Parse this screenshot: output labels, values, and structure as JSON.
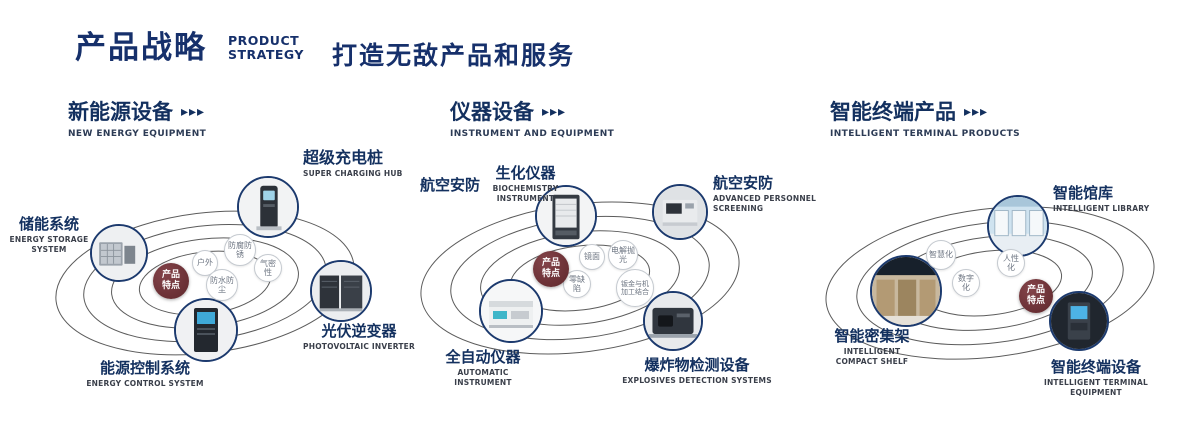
{
  "colors": {
    "primary": "#16306b",
    "badge": "#6e3136",
    "orbit": "#3f3f3f"
  },
  "header": {
    "title_cn": "产品战略",
    "title_en_line1": "PRODUCT",
    "title_en_line2": "STRATEGY",
    "slogan": "打造无敌产品和服务"
  },
  "sections": [
    {
      "title_cn": "新能源设备",
      "title_en": "NEW ENERGY EQUIPMENT",
      "arrows": "▸▸▸",
      "badge_line1": "产品",
      "badge_line2": "特点",
      "features": [
        "户外",
        "防腐防锈",
        "气密性",
        "防水防尘"
      ],
      "products": [
        {
          "name_cn": "储能系统",
          "name_en": "ENERGY STORAGE SYSTEM"
        },
        {
          "name_cn": "超级充电桩",
          "name_en": "SUPER CHARGING HUB"
        },
        {
          "name_cn": "光伏逆变器",
          "name_en": "PHOTOVOLTAIC INVERTER"
        },
        {
          "name_cn": "能源控制系统",
          "name_en": "ENERGY CONTROL SYSTEM"
        }
      ]
    },
    {
      "title_cn": "仪器设备",
      "title_en": "INSTRUMENT AND EQUIPMENT",
      "arrows": "▸▸▸",
      "badge_line1": "产品",
      "badge_line2": "特点",
      "extra_label": "航空安防",
      "features": [
        "镜面",
        "电解抛光",
        "零缺陷",
        "钣金与机加工结合"
      ],
      "products": [
        {
          "name_cn": "生化仪器",
          "name_en": "BIOCHEMISTRY INSTRUMENT"
        },
        {
          "name_cn": "航空安防",
          "name_en": "ADVANCED PERSONNEL SCREENING"
        },
        {
          "name_cn": "全自动仪器",
          "name_en": "AUTOMATIC INSTRUMENT"
        },
        {
          "name_cn": "爆炸物检测设备",
          "name_en": "EXPLOSIVES DETECTION SYSTEMS"
        }
      ]
    },
    {
      "title_cn": "智能终端产品",
      "title_en": "INTELLIGENT TERMINAL PRODUCTS",
      "arrows": "▸▸▸",
      "badge_line1": "产品",
      "badge_line2": "特点",
      "features": [
        "智慧化",
        "人性化",
        "数字化"
      ],
      "products": [
        {
          "name_cn": "智能馆库",
          "name_en": "INTELLIGENT LIBRARY"
        },
        {
          "name_cn": "智能密集架",
          "name_en": "INTELLIGENT COMPACT SHELF"
        },
        {
          "name_cn": "智能终端设备",
          "name_en": "INTELLIGENT TERMINAL EQUIPMENT"
        }
      ]
    }
  ]
}
